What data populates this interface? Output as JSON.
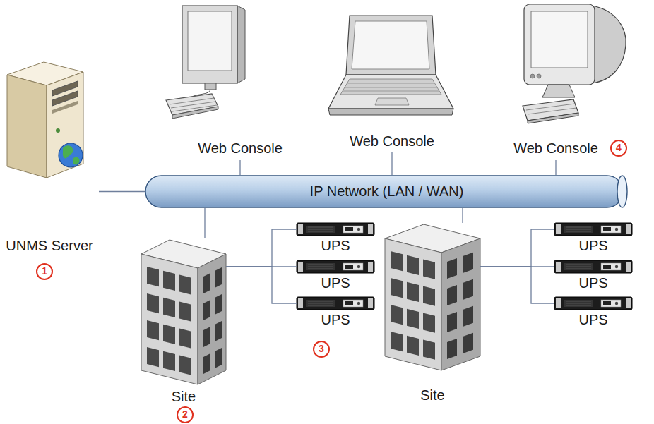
{
  "diagram": {
    "nodes": [
      {
        "text": [
          "Web Console"
        ]
      },
      {
        "text": [
          "Web Console"
        ]
      },
      {
        "text": [
          "Web Console"
        ]
      },
      {
        "text": [
          "UNMS Server"
        ]
      },
      {
        "text": [
          "IP Network (LAN / WAN)"
        ]
      },
      {
        "text": [
          "Site"
        ]
      },
      {
        "text": [
          "UPS"
        ]
      },
      {
        "text": [
          "UPS"
        ]
      },
      {
        "text": [
          "UPS"
        ]
      },
      {
        "text": [
          "Site"
        ]
      },
      {
        "text": [
          "UPS"
        ]
      },
      {
        "text": [
          "UPS"
        ]
      },
      {
        "text": [
          "UPS"
        ]
      }
    ],
    "edges": [
      {
        "from": 0,
        "to": 4,
        "arrow": "none"
      },
      {
        "from": 1,
        "to": 4,
        "arrow": "none"
      },
      {
        "from": 2,
        "to": 4,
        "arrow": "none"
      },
      {
        "from": 3,
        "to": 4,
        "arrow": "none"
      },
      {
        "from": 5,
        "to": 4,
        "arrow": "none"
      },
      {
        "from": 9,
        "to": 4,
        "arrow": "none"
      },
      {
        "from": 5,
        "to": 6,
        "arrow": "none"
      },
      {
        "from": 5,
        "to": 7,
        "arrow": "none"
      },
      {
        "from": 5,
        "to": 8,
        "arrow": "none"
      },
      {
        "from": 9,
        "to": 10,
        "arrow": "none"
      },
      {
        "from": 9,
        "to": 11,
        "arrow": "none"
      },
      {
        "from": 9,
        "to": 12,
        "arrow": "none"
      }
    ],
    "labels": [
      "1",
      "2",
      "3",
      "4"
    ]
  }
}
